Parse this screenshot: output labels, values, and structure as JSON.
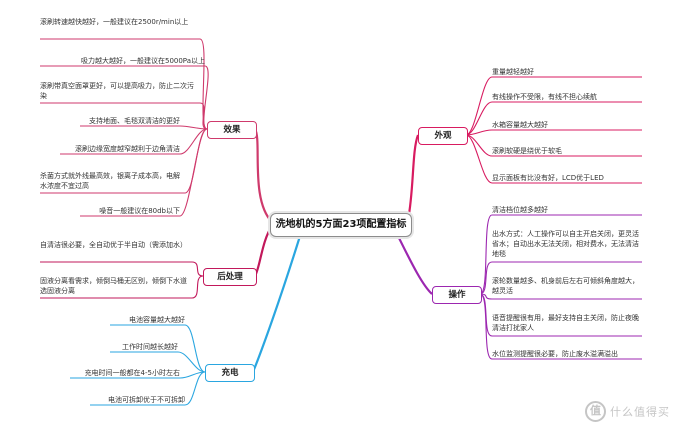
{
  "title": "洗地机的5方面23项配置指标",
  "branches": {
    "effect": {
      "label": "效果",
      "color": "#cf3a6c",
      "items": [
        "滚刷转速越快越好，一般建议在2500r/min以上",
        "吸力越大越好，一般建议在5000Pa以上",
        "滚刷带真空面罩更好，可以提高吸力，防止二次污染",
        "支持地面、毛毯双清洁的更好",
        "滚刷边缘宽度越窄越利于边角清洁",
        "杀菌方式就外线最高效，银离子成本高，电解水浓度不宜过高",
        "噪音一般建议在80db以下"
      ]
    },
    "post": {
      "label": "后处理",
      "color": "#c2185b",
      "items": [
        "自清洁很必要，全自动优于半自动（需添加水）",
        "固液分离看需求，倾倒马桶无区别，倾倒下水道选固液分离"
      ]
    },
    "charge": {
      "label": "充电",
      "color": "#2aa6e0",
      "items": [
        "电池容量越大越好",
        "工作时间越长越好",
        "充电时间一般都在4-5小时左右",
        "电池可拆卸优于不可拆卸"
      ]
    },
    "look": {
      "label": "外观",
      "color": "#d81b60",
      "items": [
        "重量越轻越好",
        "有线操作不受限，有线不担心续航",
        "水箱容量越大越好",
        "滚刷软硬是绕优于软毛",
        "显示面板有比没有好，LCD优于LED"
      ]
    },
    "operate": {
      "label": "操作",
      "color": "#9c27b0",
      "items": [
        "清洁档位越多越好",
        "出水方式：人工操作可以自主开启关闭，更灵活省水；自动出水无法关闭，相对费水，无法清洁地毯",
        "滚轮数量越多、机身前后左右可倾斜角度越大，越灵活",
        "语音提醒很有用，最好支持自主关闭，防止夜晚清洁打扰家人",
        "水位监测提醒很必要，防止废水溢满溢出"
      ]
    }
  },
  "watermark": {
    "badge": "值",
    "text": "什么值得买"
  }
}
